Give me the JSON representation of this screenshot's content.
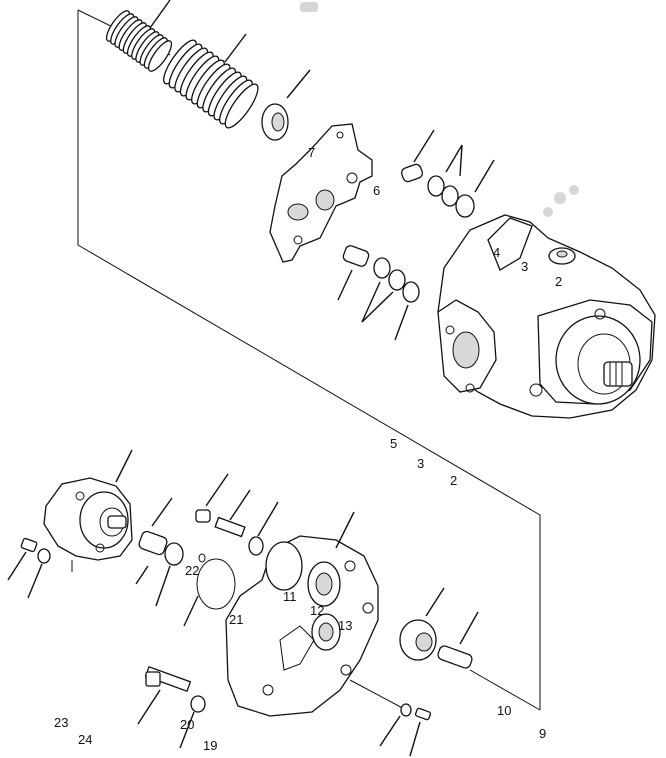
{
  "labels": {
    "l7": "7",
    "l6": "6",
    "l4": "4",
    "l3a": "3",
    "l2a": "2",
    "l5": "5",
    "l3b": "3",
    "l2b": "2",
    "l22": "22",
    "l11": "11",
    "l12": "12",
    "l13": "13",
    "l21": "21",
    "l10": "10",
    "l9": "9",
    "l23": "23",
    "l20": "20",
    "l24": "24",
    "l19": "19"
  }
}
